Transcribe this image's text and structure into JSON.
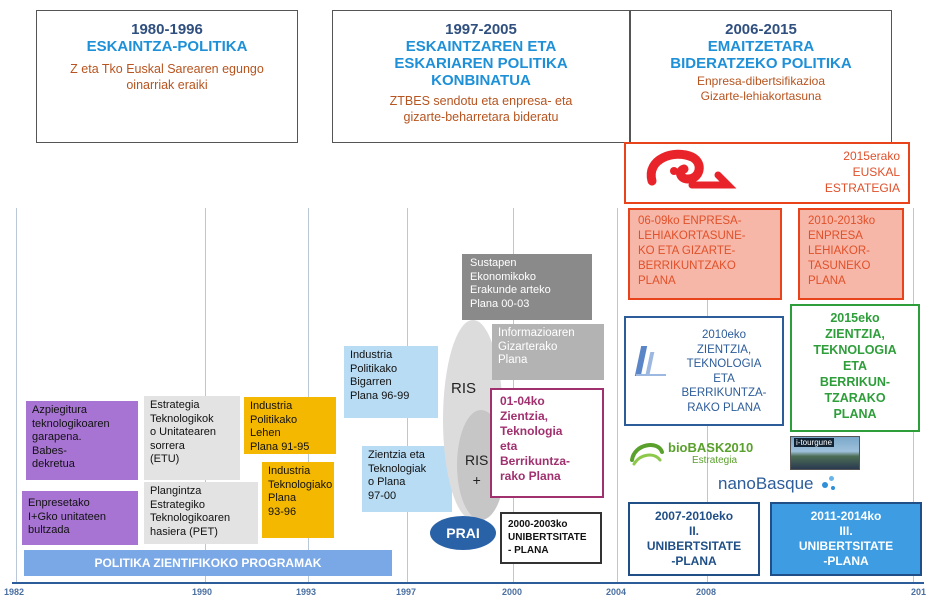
{
  "phases": [
    {
      "years": "1980-1996",
      "title": "ESKAINTZA-POLITIKA",
      "desc": "Z eta Tko Euskal Sarearen egungo\noinarriak eraiki"
    },
    {
      "years": "1997-2005",
      "title": "ESKAINTZAREN ETA\nESKARIAREN POLITIKA\nKONBINATUA",
      "desc": "ZTBES sendotu eta enpresa- eta\ngizarte-beharretara bideratu"
    },
    {
      "years": "2006-2015",
      "title": "EMAITZETARA\nBIDERATZEKO POLITIKA",
      "desc": "Enpresa-dibertsifikazioa\nGizarte-lehiakortasuna"
    }
  ],
  "axis": {
    "ticks": [
      "1982",
      "1990",
      "1993",
      "1997",
      "2000",
      "2004",
      "2008",
      "201"
    ]
  },
  "boxes": {
    "azpiegitura": "Azpiegitura\nteknologikoaren\ngarapena.\n        Babes-\n        dekretua",
    "enpresetako": "Enpresetako\nI+Gko unitateen\nbultzada",
    "etu": "Estrategia\nTeknologikok\no Unitatearen\nsorrera\n(ETU)",
    "pet": "Plangintza\nEstrategiko\nTeknologikoaren\nhasiera (PET)",
    "ipl1": "Industria\nPolitikako Lehen\nPlana 91-95",
    "itp": "Industria\nTeknologiako\nPlana\n93-96",
    "ipb": "Industria\nPolitikako\nBigarren\nPlana 96-99",
    "ztp": "Zientzia eta\nTeknologiak\no Plana\n97-00",
    "sustapen": "Sustapen\nEkonomikoko\nErakunde arteko\nPlana 00-03",
    "informazio": "Informazioaren\nGizarterako\nPlana",
    "zientzia0104": "01-04ko\nZientzia,\nTeknologia\neta\nBerrikuntza-\nrako Plana",
    "unib0003": "2000-2003ko\nUNIBERTSITATE\n- PLANA",
    "politika_zientifiko": "POLITIKA ZIENTIFIKOKO PROGRAMAK",
    "ris": "RIS",
    "ris_plus": "RIS\n+",
    "prai": "PRAI",
    "estrategia2015": "2015erako\nEUSKAL\nESTRATEGIA",
    "enpresa0609": "06-09ko ENPRESA-\nLEHIAKORTASUNE-\nKO ETA GIZARTE-\nBERRIKUNTZAKO\nPLANA",
    "enpresa1013": "2010-2013ko\nENPRESA\nLEHIAKOR-\nTASUNEKO\nPLANA",
    "zientzia2010": "2010eko\nZIENTZIA,\nTEKNOLOGIA\nETA\nBERRIKUNTZA-\nRAKO PLANA",
    "zientzia2015": "2015eko\nZIENTZIA,\nTEKNOLOGIA\nETA\nBERRIKUN-\nTZARAKO\nPLANA",
    "biobask_main": "bioBASK2010",
    "biobask_sub": "Estrategia",
    "nanobasque": "nanoBasque",
    "itourgune": "i-tourgune",
    "unib0710": "2007-2010eko\nII.\nUNIBERTSITATE\n-PLANA",
    "unib1114": "2011-2014ko\nIII.\nUNIBERTSITATE\n-PLANA"
  },
  "colors": {
    "phase_title": "#1e90d8",
    "phase_years": "#2f4f7f",
    "phase_desc": "#b7541f",
    "red": "#e8431a",
    "green": "#2e9e3a",
    "blue_border": "#2c5c9a",
    "magenta": "#a0306e",
    "prai": "#2a62a8"
  }
}
